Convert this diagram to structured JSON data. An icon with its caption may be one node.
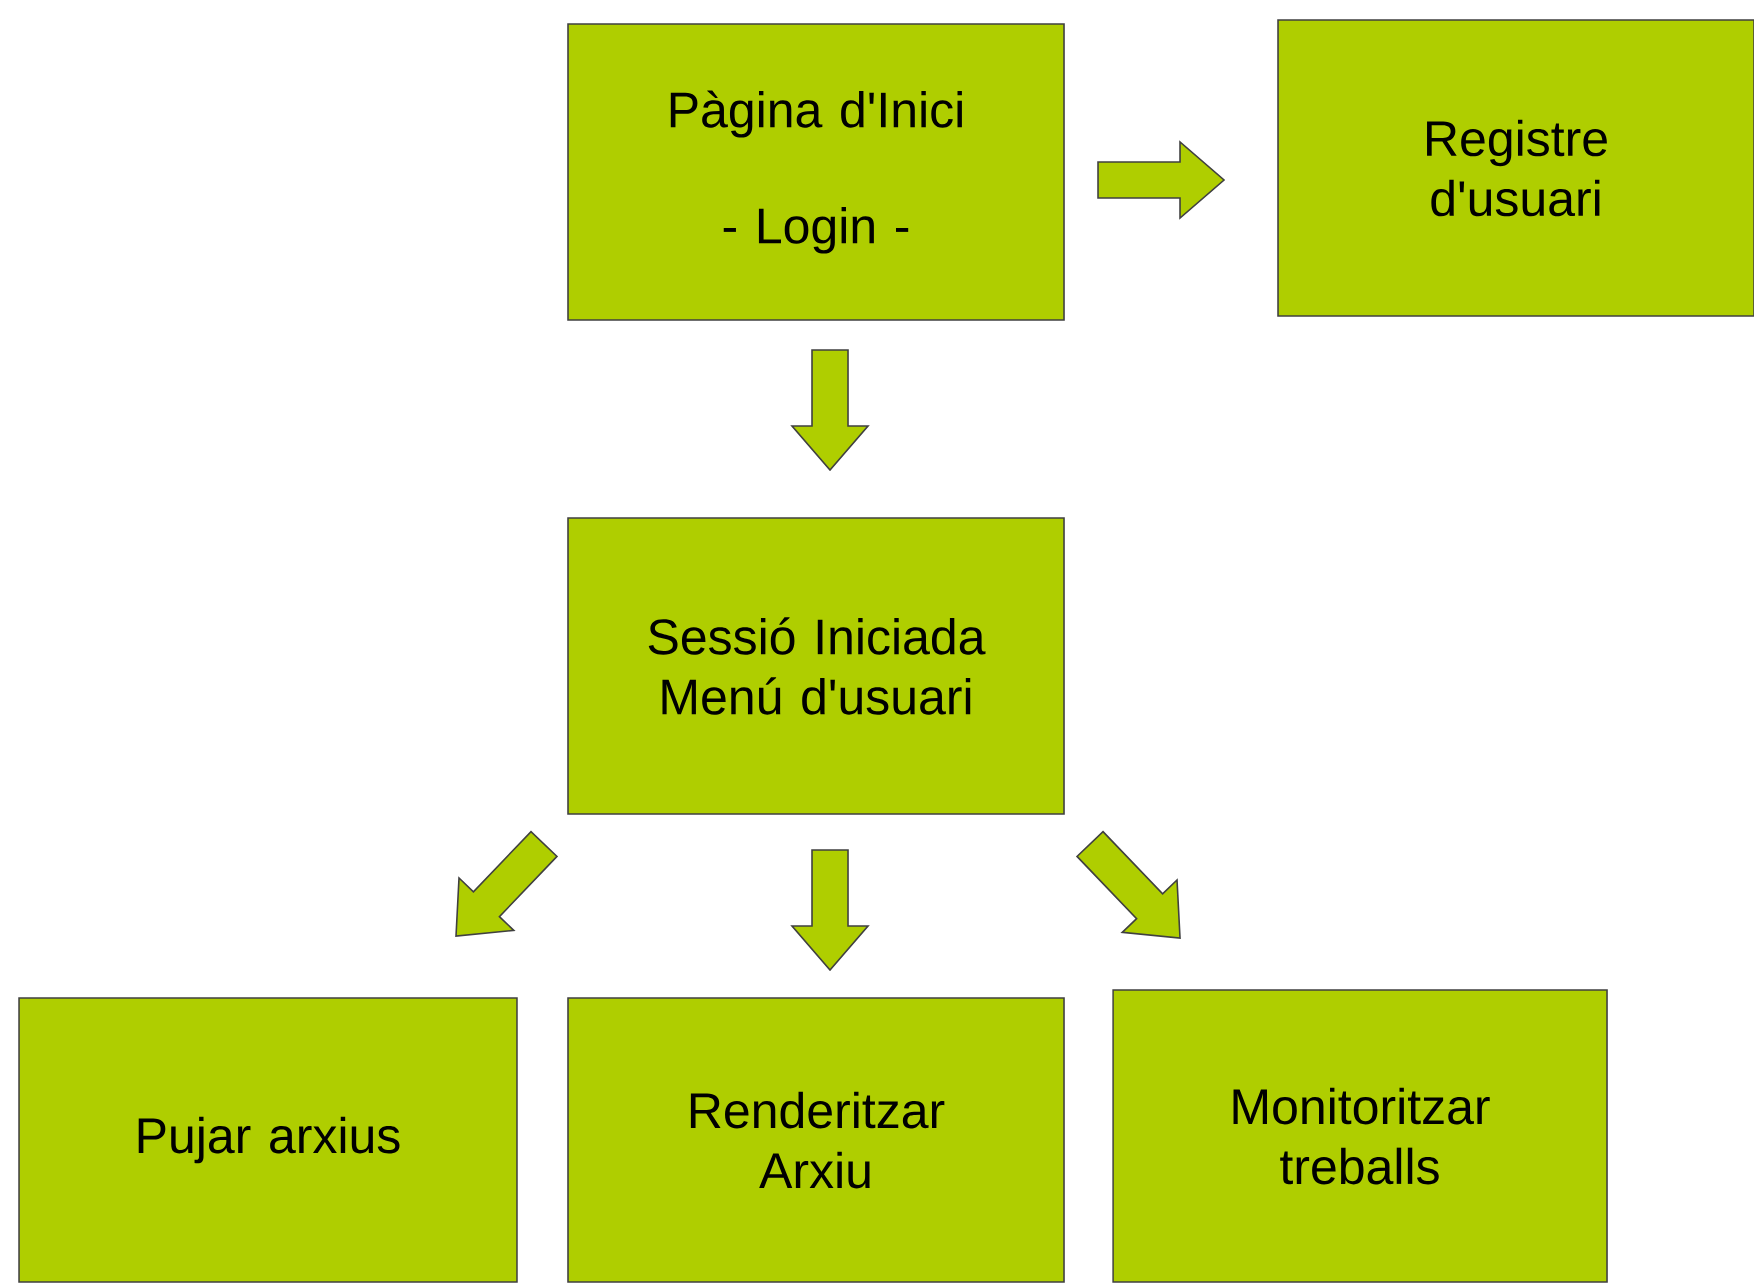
{
  "diagram": {
    "nodes": [
      {
        "text": [
          "Pàgina d'Inici",
          "- Login -"
        ]
      },
      {
        "text": [
          "Registre d'usuari"
        ]
      },
      {
        "text": [
          "Sessió Iniciada Menú d'usuari"
        ]
      },
      {
        "text": [
          "Pujar arxius"
        ]
      },
      {
        "text": [
          "Renderitzar Arxiu"
        ]
      },
      {
        "text": [
          "Monitoritzar treballs"
        ]
      }
    ],
    "edges": [
      {
        "from": 0,
        "to": 1,
        "arrow": "to"
      },
      {
        "from": 0,
        "to": 2,
        "arrow": "to"
      },
      {
        "from": 2,
        "to": 3,
        "arrow": "to"
      },
      {
        "from": 2,
        "to": 4,
        "arrow": "to"
      },
      {
        "from": 2,
        "to": 5,
        "arrow": "to"
      }
    ]
  }
}
